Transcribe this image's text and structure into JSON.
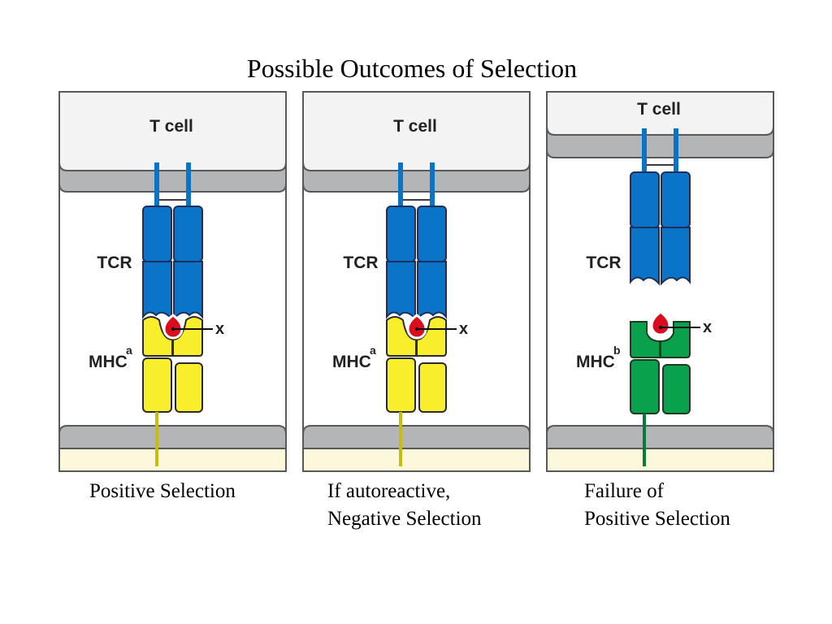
{
  "title": "Possible Outcomes of Selection",
  "colors": {
    "tcr": "#0a74c8",
    "mhc_a": "#f8ee2c",
    "mhc_b": "#0aa14d",
    "peptide": "#d90d1e",
    "membrane": "#b3b5b6",
    "t_cell_body": "#f3f3f4",
    "apc_body": "#fbf8dc"
  },
  "panels": [
    {
      "t_cell_label": "T cell",
      "tcr_label": "TCR",
      "mhc_label": "MHC",
      "mhc_superscript": "a",
      "peptide_label": "x",
      "caption_lines": [
        "Positive Selection"
      ]
    },
    {
      "t_cell_label": "T cell",
      "tcr_label": "TCR",
      "mhc_label": "MHC",
      "mhc_superscript": "a",
      "peptide_label": "x",
      "caption_lines": [
        "If autoreactive,",
        "Negative Selection"
      ]
    },
    {
      "t_cell_label": "T cell",
      "tcr_label": "TCR",
      "mhc_label": "MHC",
      "mhc_superscript": "b",
      "peptide_label": "x",
      "caption_lines": [
        "Failure of",
        "Positive Selection"
      ]
    }
  ]
}
